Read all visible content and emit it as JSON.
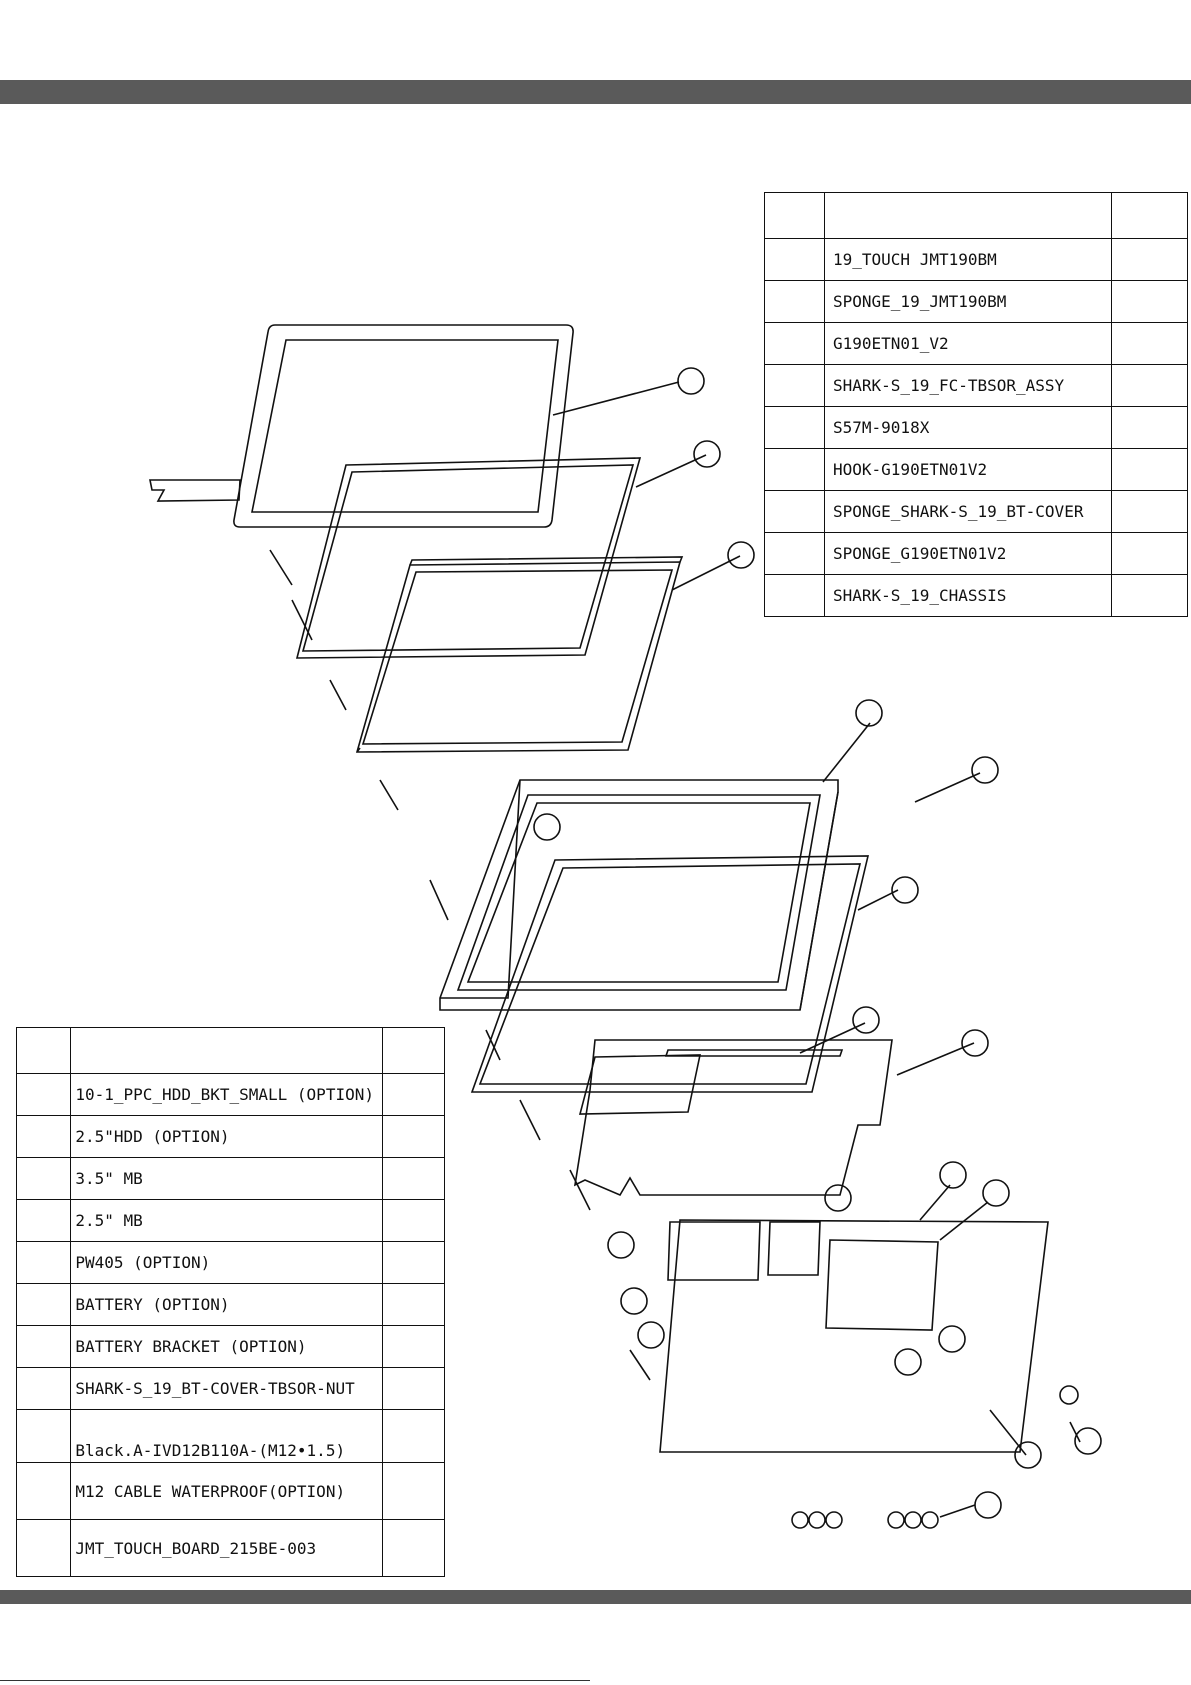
{
  "parts_top": {
    "headers": [
      "",
      "",
      ""
    ],
    "rows": [
      "19_TOUCH JMT190BM",
      "SPONGE_19_JMT190BM",
      "G190ETN01_V2",
      "SHARK-S_19_FC-TBSOR_ASSY",
      "S57M-9018X",
      "HOOK-G190ETN01V2",
      "SPONGE_SHARK-S_19_BT-COVER",
      "SPONGE_G190ETN01V2",
      "SHARK-S_19_CHASSIS"
    ]
  },
  "parts_bottom": {
    "headers": [
      "",
      "",
      ""
    ],
    "rows": [
      "10-1_PPC_HDD_BKT_SMALL (OPTION)",
      "2.5\"HDD (OPTION)",
      "3.5\" MB",
      "2.5\" MB",
      "PW405 (OPTION)",
      "BATTERY (OPTION)",
      "BATTERY BRACKET (OPTION)",
      "SHARK-S_19_BT-COVER-TBSOR-NUT",
      "Black.A-IVD12B110A-(M12•1.5)",
      "M12 CABLE WATERPROOF(OPTION)",
      "JMT_TOUCH_BOARD_215BE-003"
    ]
  },
  "colors": {
    "bar": "#5a5a5a",
    "line": "#111111"
  }
}
